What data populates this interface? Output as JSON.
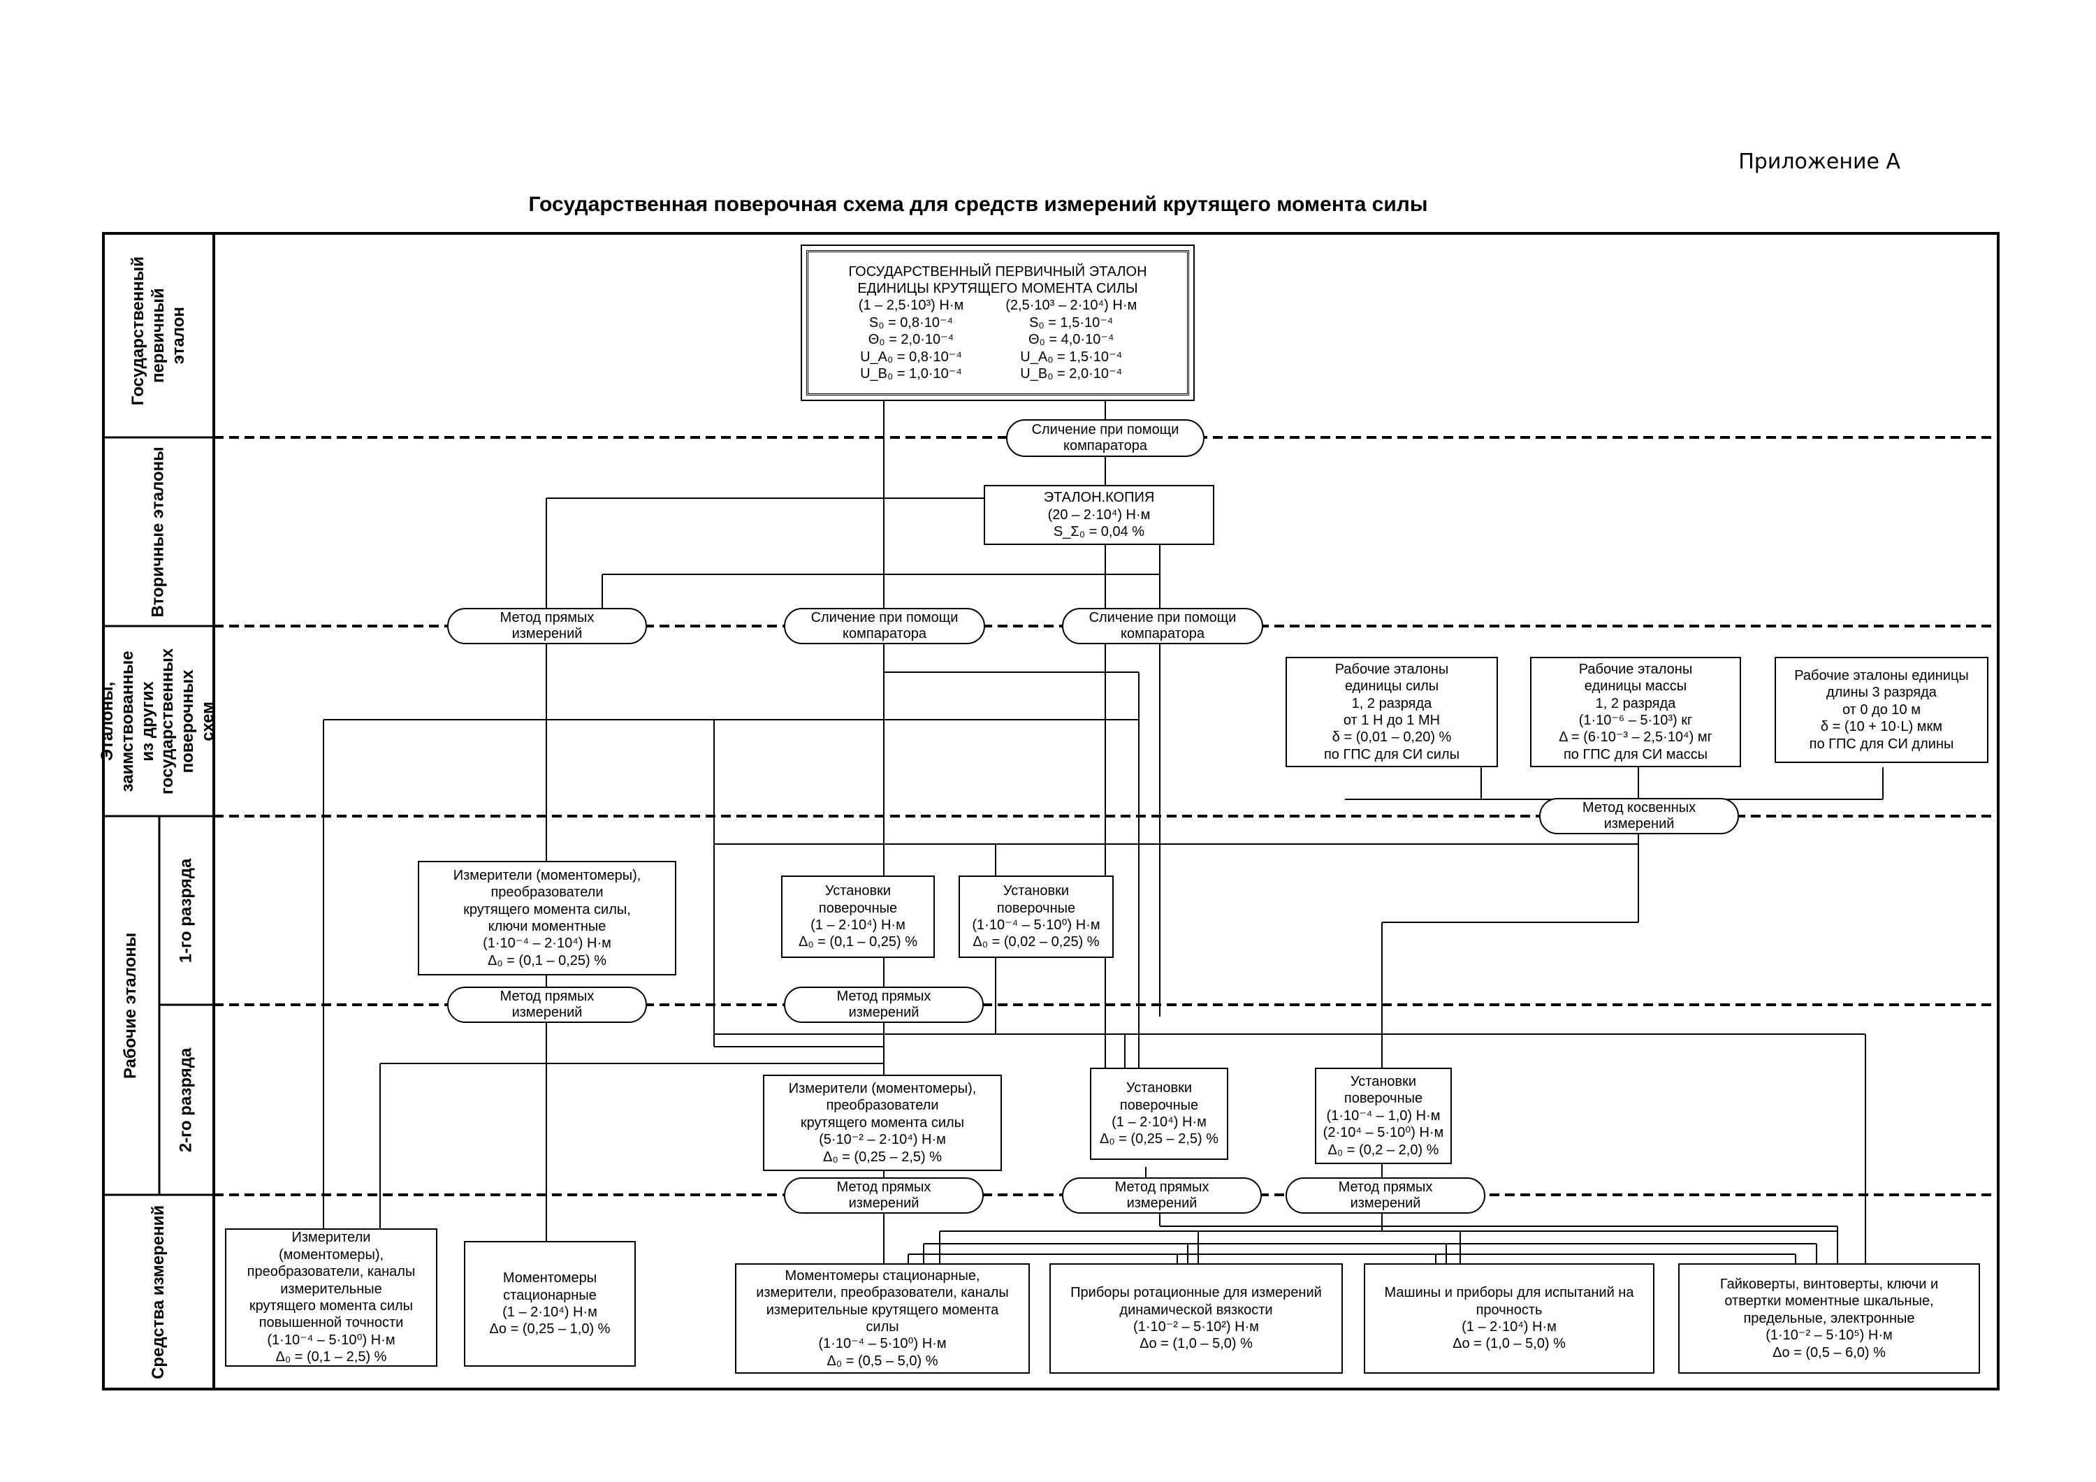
{
  "header": {
    "appendix": "Приложение А",
    "title": "Государственная поверочная схема для средств измерений крутящего момента силы"
  },
  "rows": {
    "primary": "Государственный первичный  эталон",
    "secondary": "Вторичные эталоны",
    "borrowed": "Эталоны, заимствованные из других государственных поверочных схем",
    "working": "Рабочие эталоны",
    "rank1": "1-го разряда",
    "rank2": "2-го разряда",
    "instruments": "Средства измерений"
  },
  "primary_standard": {
    "title1": "ГОСУДАРСТВЕННЫЙ ПЕРВИЧНЫЙ ЭТАЛОН",
    "title2": "ЕДИНИЦЫ КРУТЯЩЕГО МОМЕНТА СИЛЫ",
    "col1": [
      "(1 – 2,5·10³) Н·м",
      "S₀ = 0,8·10⁻⁴",
      "Θ₀ = 2,0·10⁻⁴",
      "U_A₀ = 0,8·10⁻⁴",
      "U_B₀ = 1,0·10⁻⁴"
    ],
    "col2": [
      "(2,5·10³ – 2·10⁴) Н·м",
      "S₀ = 1,5·10⁻⁴",
      "Θ₀ = 4,0·10⁻⁴",
      "U_A₀ = 1,5·10⁻⁴",
      "U_B₀ = 2,0·10⁻⁴"
    ]
  },
  "methods": {
    "comparator1": "Сличение при помощи компаратора",
    "direct1": "Метод прямых измерений",
    "comparator2": "Сличение при помощи компаратора",
    "comparator3": "Сличение при помощи компаратора",
    "indirect": "Метод косвенных измерений",
    "direct2": "Метод прямых измерений",
    "direct3": "Метод прямых измерений",
    "direct4": "Метод прямых измерений",
    "direct5": "Метод прямых измерений",
    "direct6": "Метод прямых измерений"
  },
  "secondary_standard": [
    "ЭТАЛОН.КОПИЯ",
    "(20 – 2·10⁴) Н·м",
    "S_Σ₀ = 0,04 %"
  ],
  "borrowed_standards": {
    "force": [
      "Рабочие эталоны",
      "единицы силы",
      "1, 2 разряда",
      "от 1 Н до 1 МН",
      "δ = (0,01 – 0,20) %",
      "по ГПС для СИ силы"
    ],
    "mass": [
      "Рабочие эталоны",
      "единицы массы",
      "1, 2 разряда",
      "(1·10⁻⁶ – 5·10³) кг",
      "Δ = (6·10⁻³ – 2,5·10⁴) мг",
      "по ГПС для СИ массы"
    ],
    "length": [
      "Рабочие эталоны единицы",
      "длины 3 разряда",
      "от 0 до 10 м",
      "δ = (10 + 10·L) мкм",
      "по ГПС для СИ длины"
    ]
  },
  "rank1_boxes": {
    "meters": [
      "Измерители (моментомеры),",
      "преобразователи",
      "крутящего момента силы,",
      "ключи моментные",
      "(1·10⁻⁴ – 2·10⁴) Н·м",
      "Δ₀ = (0,1 – 0,25) %"
    ],
    "install_a": [
      "Установки",
      "поверочные",
      "(1 – 2·10⁴) Н·м",
      "Δ₀ = (0,1 – 0,25) %"
    ],
    "install_b": [
      "Установки",
      "поверочные",
      "(1·10⁻⁴ – 5·10⁰) Н·м",
      "Δ₀ = (0,02 – 0,25) %"
    ]
  },
  "rank2_boxes": {
    "meters": [
      "Измерители (моментомеры),",
      "преобразователи",
      "крутящего момента силы",
      "(5·10⁻² – 2·10⁴) Н·м",
      "Δ₀ = (0,25 – 2,5) %"
    ],
    "install_a": [
      "Установки",
      "поверочные",
      "(1 – 2·10⁴) Н·м",
      "Δ₀ = (0,25 – 2,5) %"
    ],
    "install_b": [
      "Установки",
      "поверочные",
      "(1·10⁻⁴ – 1,0) Н·м",
      "(2·10⁴ – 5·10⁰) Н·м",
      "Δ₀ = (0,2 – 2,0) %"
    ]
  },
  "instruments": {
    "meters_hp": [
      "Измерители",
      "(моментомеры),",
      "преобразователи, каналы",
      "измерительные",
      "крутящего момента силы",
      "повышенной точности",
      "(1·10⁻⁴ – 5·10⁰) Н·м",
      "Δ₀ = (0,1 – 2,5) %"
    ],
    "stationary": [
      "Моментомеры",
      "стационарные",
      "(1 – 2·10⁴) Н·м",
      "Δо = (0,25 – 1,0) %"
    ],
    "stationary2": [
      "Моментомеры стационарные,",
      "измерители, преобразователи, каналы",
      "измерительные   крутящего момента",
      "силы",
      "(1·10⁻⁴ – 5·10⁰) Н·м",
      "Δ₀ = (0,5 – 5,0) %"
    ],
    "rotational": [
      "Приборы ротационные для измерений",
      "динамической вязкости",
      "(1·10⁻² – 5·10²) Н·м",
      "Δо = (1,0 – 5,0) %"
    ],
    "machines": [
      "Машины и приборы для испытаний на",
      "прочность",
      "(1 – 2·10⁴) Н·м",
      "Δо = (1,0 – 5,0) %"
    ],
    "wrenches": [
      "Гайковерты, винтоверты, ключи и",
      "отвертки моментные шкальные,",
      "предельные, электронные",
      "(1·10⁻² – 5·10⁵) Н·м",
      "Δо = (0,5 – 6,0) %"
    ]
  }
}
